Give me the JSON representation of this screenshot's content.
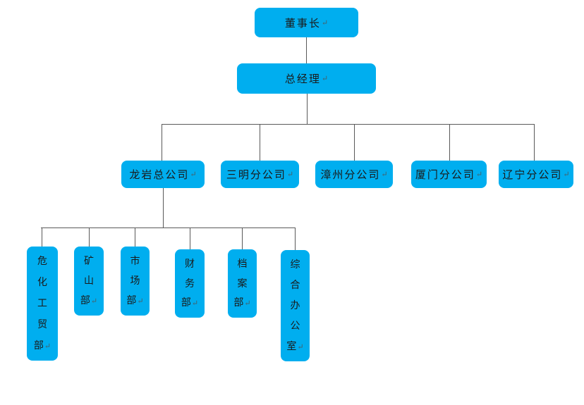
{
  "pmark": "↵",
  "colors": {
    "node_fill": "#00AEEF",
    "node_text": "#1a1a1a",
    "connector_line": "#595959",
    "paragraph_mark": "#46616b",
    "background": "#ffffff"
  },
  "org": {
    "chairman": {
      "label": "董事长"
    },
    "general_manager": {
      "label": "总经理"
    },
    "branches": [
      {
        "label": "龙岩总公司"
      },
      {
        "label": "三明分公司"
      },
      {
        "label": "漳州分公司"
      },
      {
        "label": "厦门分公司"
      },
      {
        "label": "辽宁分公司"
      }
    ],
    "departments": [
      {
        "label": "危化工贸部",
        "chars": [
          "危",
          "化",
          "工",
          "贸",
          "部"
        ]
      },
      {
        "label": "矿山部",
        "chars": [
          "矿",
          "山",
          "部"
        ]
      },
      {
        "label": "市场部",
        "chars": [
          "市",
          "场",
          "部"
        ]
      },
      {
        "label": "财务部",
        "chars": [
          "财",
          "务",
          "部"
        ]
      },
      {
        "label": "档案部",
        "chars": [
          "档",
          "案",
          "部"
        ]
      },
      {
        "label": "综合办公室",
        "chars": [
          "综",
          "合",
          "办",
          "公",
          "室"
        ]
      }
    ]
  }
}
